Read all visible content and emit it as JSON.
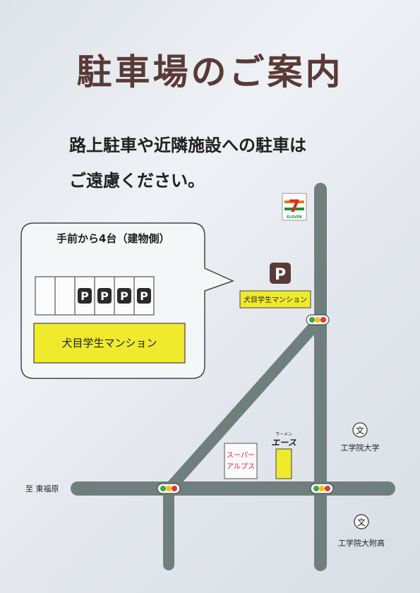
{
  "title": "駐車場のご案内",
  "notice": {
    "line1": "路上駐車や近隣施設への駐車は",
    "line2": "ご遠慮ください。"
  },
  "inset": {
    "label": "手前から4台（建物側）",
    "parking_marks": [
      "P",
      "P",
      "P",
      "P"
    ],
    "building": "犬目学生マンション"
  },
  "map": {
    "parking_mark": "P",
    "building": "犬目学生マンション",
    "seven_eleven": {
      "number": "7",
      "name": "ELEVEN"
    },
    "supermarket": [
      "スーパー",
      "アルプス"
    ],
    "ramen_small": "ラーメン",
    "ramen_name": "エース",
    "school_symbol": "文",
    "university": "工学院大学",
    "high_school": "工学院大附高",
    "direction": "至 東福原"
  },
  "colors": {
    "title": "#5a3a36",
    "road": "#6f7f7e",
    "highlight": "#f0ea2c",
    "parking_sign": "#5a3a36"
  }
}
